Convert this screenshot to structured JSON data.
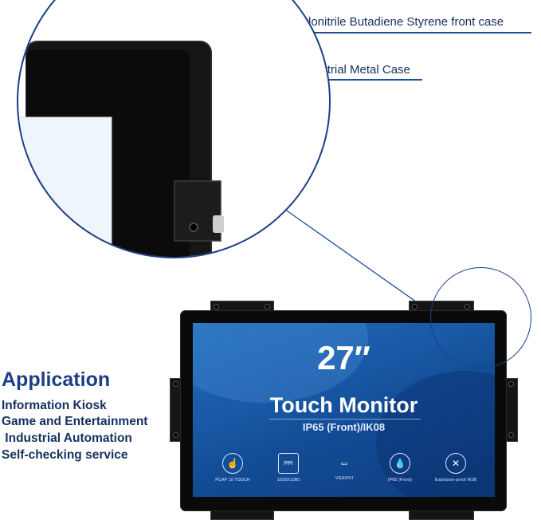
{
  "callouts": {
    "front_case": "Acrylonitrile Butadiene Styrene front case",
    "metal_case": "Industrial Metal Case"
  },
  "application": {
    "title": "Application",
    "items": [
      "Information Kiosk",
      "Game and Entertainment",
      " Industrial Automation",
      "Self-checking service"
    ]
  },
  "screen": {
    "size": "27″",
    "title": "Touch Monitor",
    "subtitle": "IP65 (Front)/IK08"
  },
  "features": [
    {
      "icon": "touch-icon",
      "label": "PCAP 10 TOUCH"
    },
    {
      "icon": "ppi-icon",
      "label": "1920X1080"
    },
    {
      "icon": "usb-icon",
      "label": "VGA/DVI"
    },
    {
      "icon": "water-drop-icon",
      "label": "IP65 (Front)"
    },
    {
      "icon": "explosion-proof-icon",
      "label": "Explosion-proof  IK08"
    }
  ],
  "colors": {
    "accent": "#1b3f86",
    "screen": "#1a5aa7",
    "frame": "#0a0a0a"
  }
}
